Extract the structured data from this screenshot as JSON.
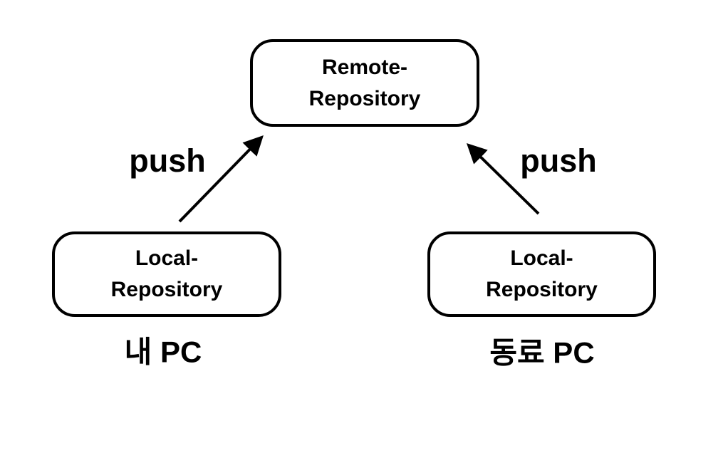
{
  "nodes": {
    "remote": {
      "line1": "Remote-",
      "line2": "Repository"
    },
    "local_left": {
      "line1": "Local-",
      "line2": "Repository"
    },
    "local_right": {
      "line1": "Local-",
      "line2": "Repository"
    }
  },
  "edges": {
    "left": {
      "label": "push"
    },
    "right": {
      "label": "push"
    }
  },
  "captions": {
    "left": "내 PC",
    "right": "동료 PC"
  },
  "colors": {
    "ink": "#000000",
    "background": "#ffffff"
  }
}
